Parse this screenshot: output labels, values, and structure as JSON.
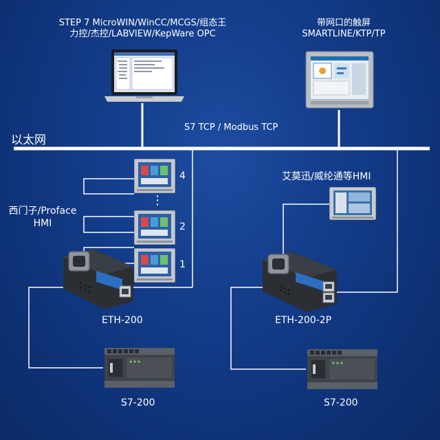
{
  "top_left_label": {
    "line1": "STEP 7 MicroWIN/WinCC/MCGS/组态王",
    "line2": "力控/杰控/LABVIEW/KepWare OPC"
  },
  "top_right_label": {
    "line1": "带网口的触屏",
    "line2": "SMARTLINE/KTP/TP"
  },
  "protocol_label": "S7 TCP / Modbus TCP",
  "ethernet_label": "以太网",
  "left_hmi_label": {
    "line1": "西门子/Proface",
    "line2": "HMI"
  },
  "right_hmi_label": "艾莫迅/威纶通等HMI",
  "hmi_numbers": [
    "4",
    "2",
    "1"
  ],
  "hmi_dots": "⋮",
  "left_adapter_label": "ETH-200",
  "right_adapter_label": "ETH-200-2P",
  "left_plc_label": "S7-200",
  "right_plc_label": "S7-200",
  "colors": {
    "background": "#123a86",
    "wire": "#ffffff",
    "adapter_blue": "#2c6fbf",
    "plc_gray": "#4a4f55"
  }
}
